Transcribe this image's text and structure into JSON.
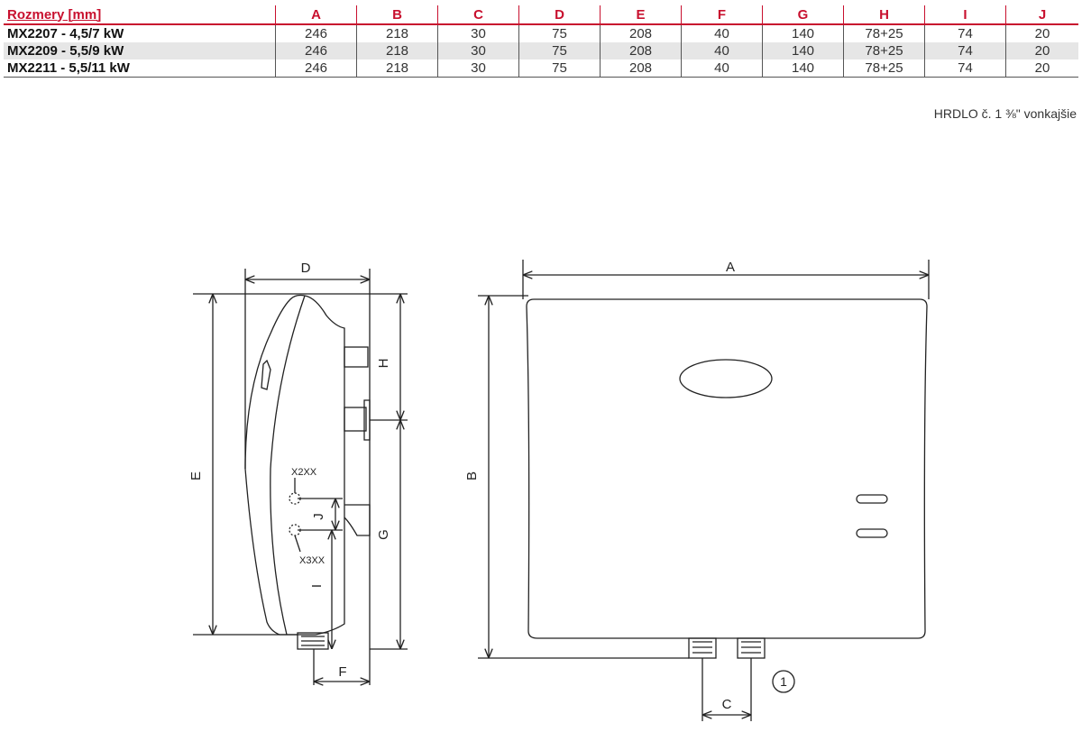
{
  "table": {
    "headers": [
      "Rozmery [mm]",
      "A",
      "B",
      "C",
      "D",
      "E",
      "F",
      "G",
      "H",
      "I",
      "J"
    ],
    "rows": [
      {
        "model": "MX2207 - 4,5/7 kW",
        "values": [
          "246",
          "218",
          "30",
          "75",
          "208",
          "40",
          "140",
          "78+25",
          "74",
          "20"
        ]
      },
      {
        "model": "MX2209 - 5,5/9 kW",
        "values": [
          "246",
          "218",
          "30",
          "75",
          "208",
          "40",
          "140",
          "78+25",
          "74",
          "20"
        ]
      },
      {
        "model": "MX2211 - 5,5/11 kW",
        "values": [
          "246",
          "218",
          "30",
          "75",
          "208",
          "40",
          "140",
          "78+25",
          "74",
          "20"
        ]
      }
    ]
  },
  "note": "HRDLO č. 1   ⅜\" vonkajšie",
  "diagram": {
    "labels": {
      "A": "A",
      "B": "B",
      "C": "C",
      "D": "D",
      "E": "E",
      "F": "F",
      "G": "G",
      "H": "H",
      "I": "I",
      "J": "J",
      "x2": "X2XX",
      "x3": "X3XX",
      "circle": "1"
    }
  },
  "colors": {
    "accent": "#c8102e",
    "line": "#222222",
    "shade": "#e6e6e6"
  }
}
